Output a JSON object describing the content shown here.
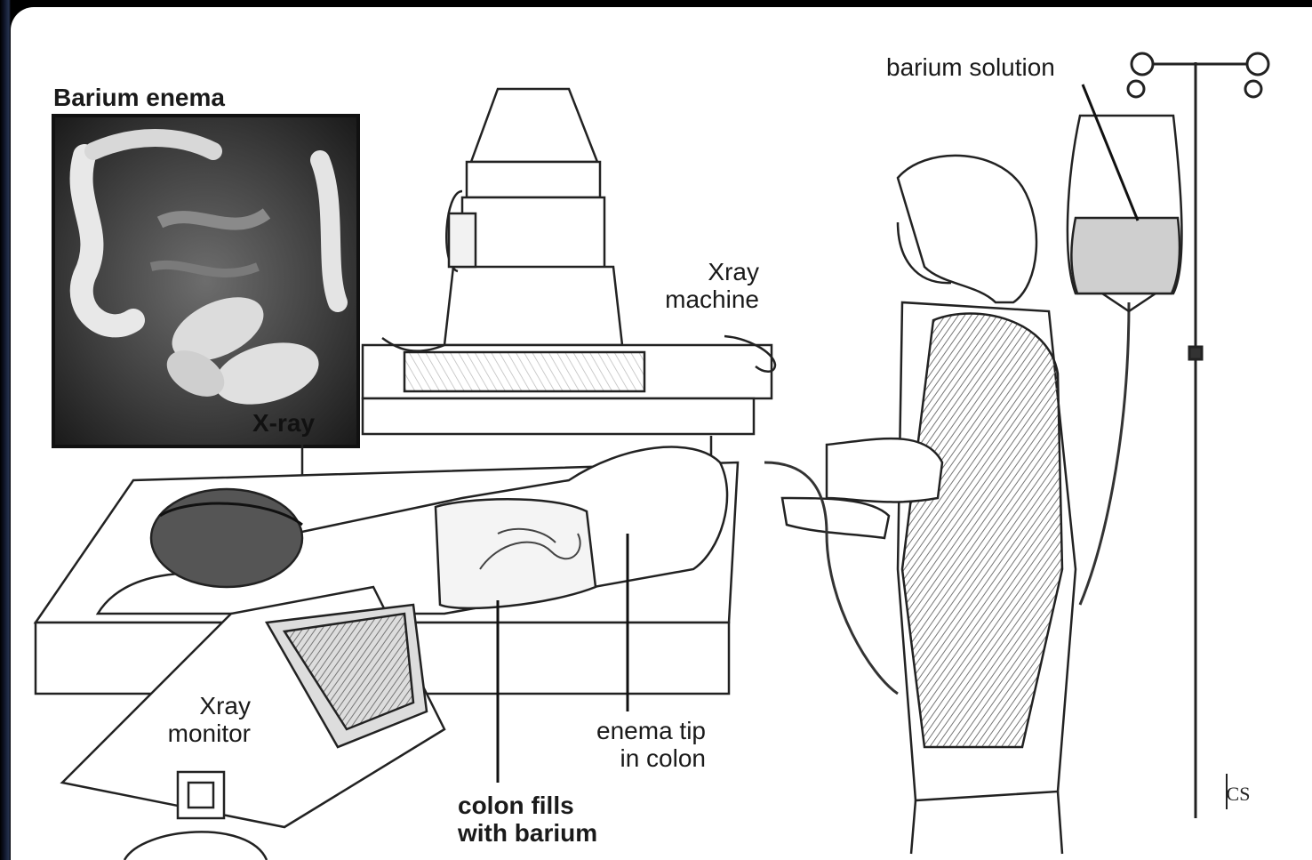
{
  "labels": {
    "inset_title": "Barium enema",
    "inset_caption": "X-ray",
    "barium_solution": "barium solution",
    "xray_machine": "Xray\nmachine",
    "xray_monitor": "Xray\nmonitor",
    "enema_tip": "enema tip\nin colon",
    "colon_fills": "colon fills\nwith barium"
  },
  "signature": "CS"
}
